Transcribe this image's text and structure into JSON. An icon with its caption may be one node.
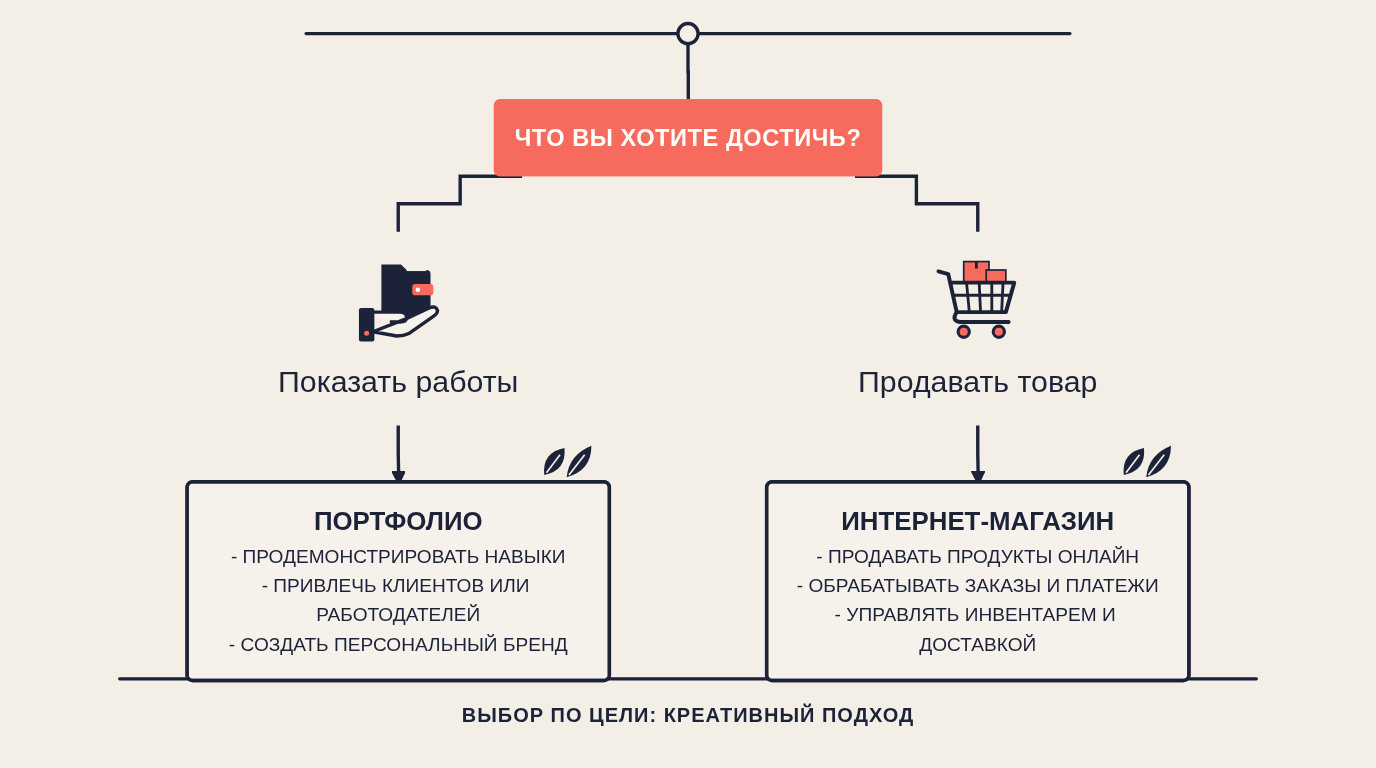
{
  "diagram": {
    "caption": "ВЫБОР ПО ЦЕЛИ: КРЕАТИВНЫЙ ПОДХОД",
    "nodes": [
      {
        "text": [],
        "shape": "circle"
      },
      {
        "text": [
          "ЧТО ВЫ ХОТИТЕ ДОСТИЧЬ?"
        ]
      },
      {
        "text": [
          "Показать работы"
        ]
      },
      {
        "text": [
          "Продавать товар"
        ]
      },
      {
        "text": [
          "ПОРТФОЛИО",
          "- ПРОДЕМОНСТРИРОВАТЬ НАВЫКИ",
          "- ПРИВЛЕЧЬ КЛИЕНТОВ ИЛИ РАБОТОДАТЕЛЕЙ",
          "- СОЗДАТЬ ПЕРСОНАЛЬНЫЙ БРЕНД"
        ]
      },
      {
        "text": [
          "ИНТЕРНЕТ-МАГАЗИН",
          "- ПРОДАВАТЬ ПРОДУКТЫ ОНЛАЙН",
          "- ОБРАБАТЫВАТЬ ЗАКАЗЫ И ПЛАТЕЖИ",
          "- УПРАВЛЯТЬ ИНВЕНТАРЕМ И ДОСТАВКОЙ"
        ]
      }
    ],
    "edges": [
      {
        "from": 0,
        "to": 1,
        "arrow": "none"
      },
      {
        "from": 1,
        "to": 2,
        "arrow": "none"
      },
      {
        "from": 1,
        "to": 3,
        "arrow": "none"
      },
      {
        "from": 2,
        "to": 4,
        "arrow": "to"
      },
      {
        "from": 3,
        "to": 5,
        "arrow": "to"
      }
    ]
  }
}
